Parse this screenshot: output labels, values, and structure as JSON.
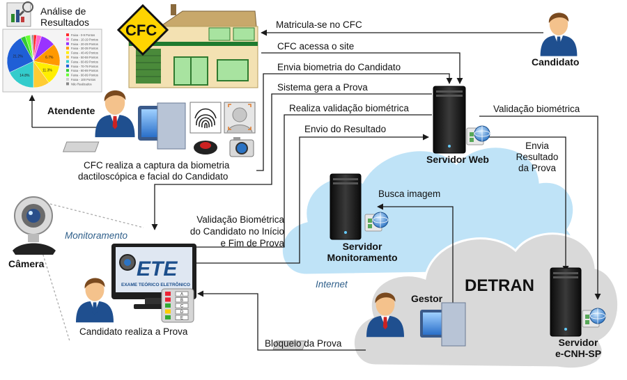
{
  "analysis": {
    "title_line1": "Análise de",
    "title_line2": "Resultados",
    "legend": [
      "Faixa - 0-9 Pontos",
      "Faixa - 10-19 Pontos",
      "Faixa - 20-29 Pontos",
      "Faixa - 30-39 Pontos",
      "Faixa - 40-49 Pontos",
      "Faixa - 50-59 Pontos",
      "Faixa - 60-69 Pontos",
      "Faixa - 70-79 Pontos",
      "Faixa - 80-89 Pontos",
      "Faixa - 90-99 Pontos",
      "Faixa - 100 Pontos",
      "Não Realizados"
    ],
    "pie_values": [
      2,
      3,
      9,
      14,
      12,
      10,
      18,
      24,
      3,
      3,
      1,
      1
    ],
    "pie_labels": [
      "",
      "",
      "",
      "6.7%",
      "11.3%",
      "",
      "14.8%",
      "21.2%",
      "",
      "",
      "",
      ""
    ],
    "pie_colors": [
      "#ff2a2a",
      "#ff66cc",
      "#9933ff",
      "#ff9900",
      "#ffee00",
      "#ffcc33",
      "#33cccc",
      "#1f5fd6",
      "#33cc33",
      "#66ff33",
      "#cccccc",
      "#888888"
    ]
  },
  "cfc": {
    "badge": "CFC"
  },
  "actors": {
    "candidato": "Candidato",
    "atendente": "Atendente",
    "camera": "Câmera",
    "gestor": "Gestor"
  },
  "servers": {
    "web": "Servidor Web",
    "monitor_line1": "Servidor",
    "monitor_line2": "Monitoramento",
    "ecnh_line1": "Servidor",
    "ecnh_line2": "e-CNH-SP"
  },
  "clouds": {
    "internet": "Internet",
    "detran": "DETRAN"
  },
  "ete": {
    "logo": "ETE",
    "subtitle": "EXAME TEÓRICO ELETRÔNICO",
    "keys": [
      "A",
      "B",
      "C",
      "D",
      "E"
    ]
  },
  "flows": {
    "matricula": "Matricula-se no CFC",
    "acessa": "CFC acessa o site",
    "envia_biometria": "Envia biometria do Candidato",
    "gera_prova": "Sistema gera a Prova",
    "realiza_validacao": "Realiza validação biométrica",
    "envio_resultado": "Envio do Resultado",
    "validacao_biometrica": "Validação biométrica",
    "envia_resultado_1": "Envia",
    "envia_resultado_2": "Resultado",
    "envia_resultado_3": "da Prova",
    "busca_imagem": "Busca imagem",
    "bloqueio": "Bloqueio da Prova",
    "monitoramento": "Monitoramento",
    "captura_1": "CFC realiza a captura da biometria",
    "captura_2": "dactiloscópica e facial do Candidato",
    "validacao_inicio_1": "Validação Biométrica",
    "validacao_inicio_2": "do Candidato no Início",
    "validacao_inicio_3": "e Fim de Prova",
    "candidato_prova": "Candidato realiza a Prova"
  },
  "colors": {
    "internet_cloud": "#bfe3f7",
    "detran_cloud": "#d9d9d9",
    "arrow": "#1a1a1a",
    "cfc_badge": "#ffd400",
    "ete_blue": "#1d4f8c",
    "monitor_label": "#2f5f8a"
  }
}
